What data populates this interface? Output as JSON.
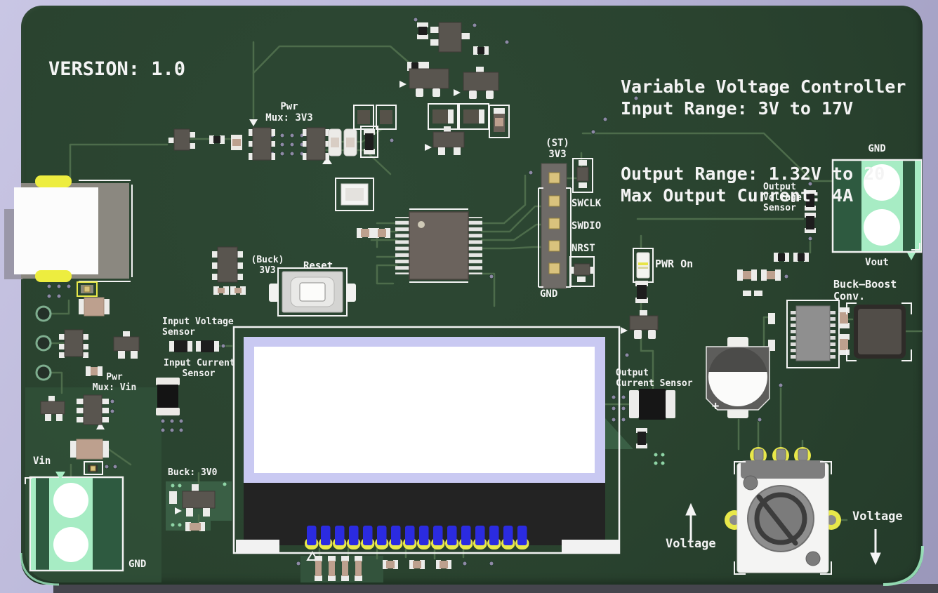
{
  "colors": {
    "background": "#b7b4d6",
    "background_edge": "#9a97ba",
    "board": "#2a432f",
    "board_shadow_strip": "#45454d",
    "trace": "#4d6c4b",
    "zone": "#33533c",
    "silkscreen": "#f4f4f4",
    "copper_mint": "#a7ecc4",
    "pad_gold": "#d9c27d",
    "pad_yellow": "#e8e84a",
    "terminal_green": "#2e5a40",
    "lcd_frame_lavender": "#c9c9f2",
    "lcd_pin_blue": "#2b2be0",
    "component_dark": "#59554f",
    "resistor_black": "#1d1d1d",
    "capacitor_tan": "#bda08e",
    "via_dot": "#8e89a6"
  },
  "silkscreen_text": {
    "version": "VERSION: 1.0",
    "title": [
      "Variable Voltage Controller",
      "Input Range: 3V to 17V",
      "Output Range: 1.32V to 20",
      "Max Output Current: 4A"
    ],
    "pwr_mux_3v3": [
      "Pwr",
      "Mux: 3V3"
    ],
    "st_header": [
      "(ST)",
      "3V3"
    ],
    "swclk": "SWCLK",
    "swdio": "SWDIO",
    "nrst": "NRST",
    "st_gnd": "GND",
    "gnd_top": "GND",
    "vout": "Vout",
    "output_voltage_sensor": [
      "Output",
      "Voltage",
      "Sensor"
    ],
    "buck_boost": [
      "Buck–Boost",
      "Conv."
    ],
    "pwr_on": "PWR On",
    "buck_3v3": [
      "(Buck)",
      "3V3"
    ],
    "reset": "Reset",
    "input_voltage_sensor": [
      "Input Voltage",
      "Sensor"
    ],
    "input_current_sensor": [
      "Input Current",
      "Sensor"
    ],
    "pwr_mux_vin": [
      "Pwr",
      "Mux: Vin"
    ],
    "vin": "Vin",
    "gnd_bottom": "GND",
    "buck_3v0": "Buck: 3V0",
    "output_current_sensor": [
      "Output",
      "Current Sensor"
    ],
    "voltage_up": "Voltage",
    "voltage_down": "Voltage",
    "cap_polarity": "+"
  },
  "lcd": {
    "pin_count": 16
  }
}
